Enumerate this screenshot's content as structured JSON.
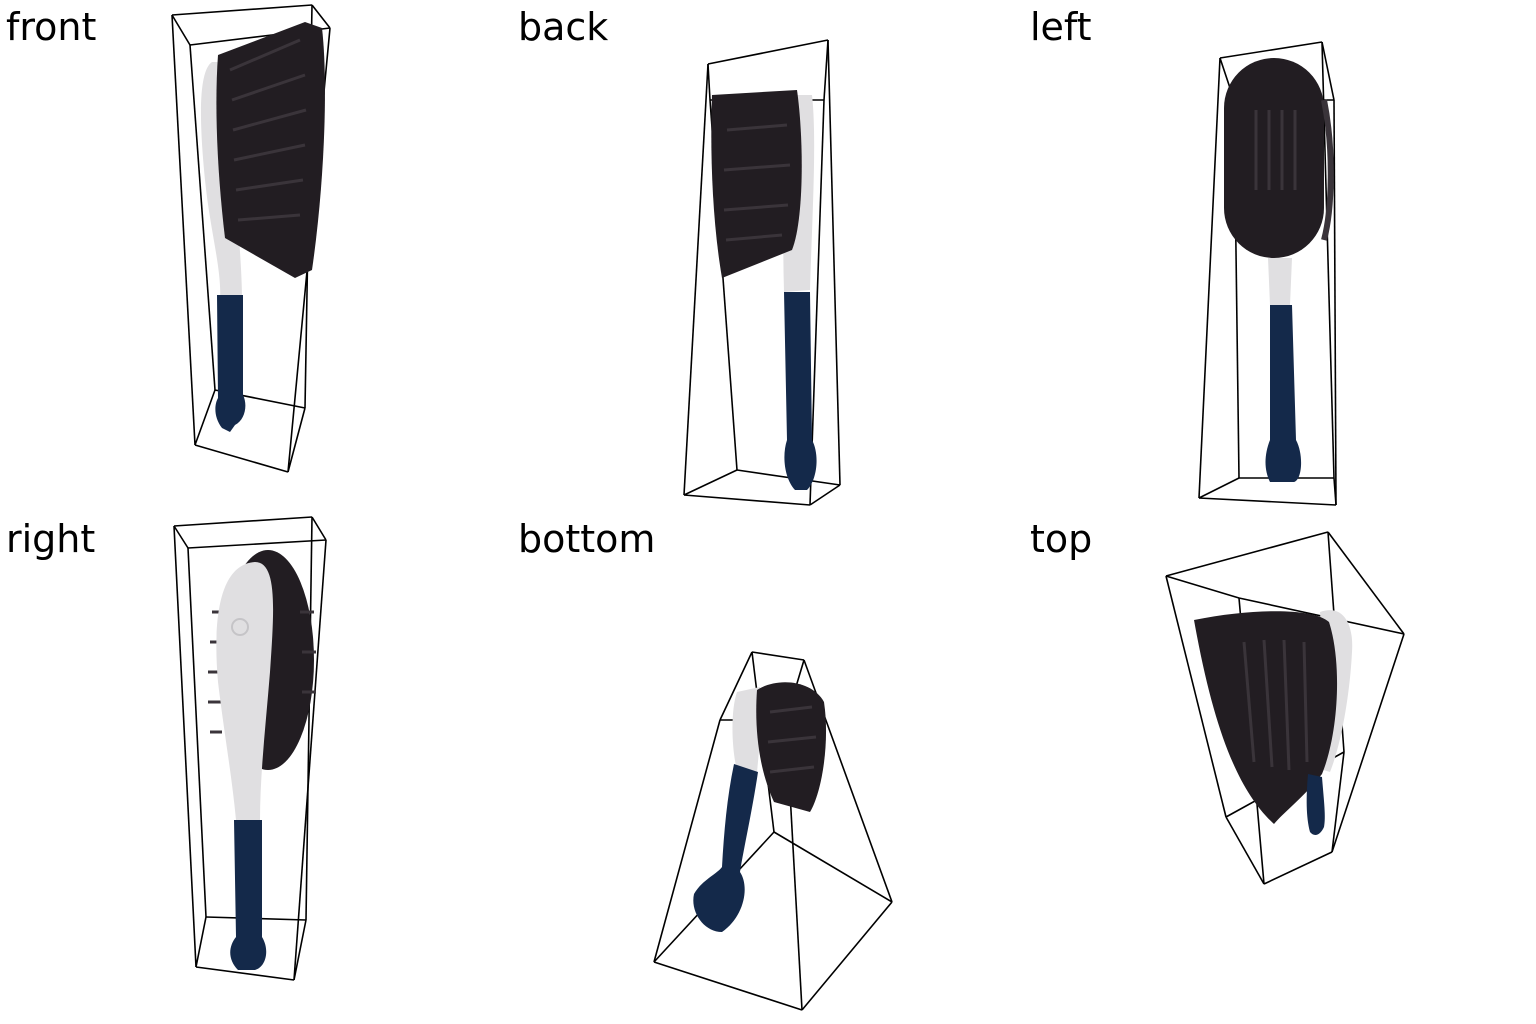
{
  "views": [
    {
      "label": "front"
    },
    {
      "label": "back"
    },
    {
      "label": "left"
    },
    {
      "label": "right"
    },
    {
      "label": "bottom"
    },
    {
      "label": "top"
    }
  ],
  "colors": {
    "bristle_head": "#221d22",
    "bristle_highlight": "#3a343a",
    "handle_light": "#e0dfe1",
    "grip": "#14294a",
    "bbox": "#000000",
    "background": "#ffffff"
  }
}
